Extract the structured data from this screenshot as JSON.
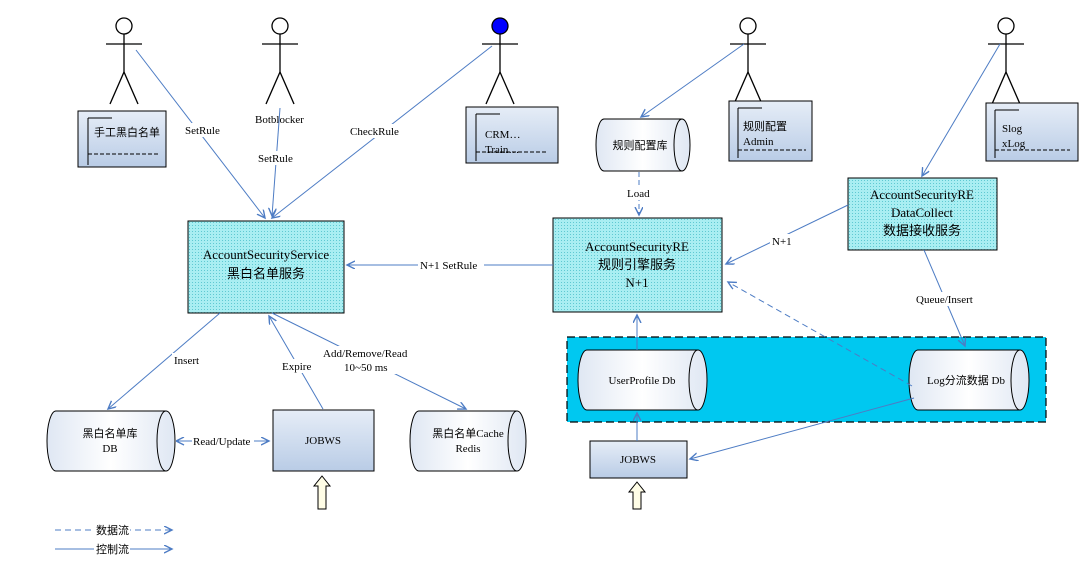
{
  "actors": {
    "manual": {
      "label": "手工黑白名单"
    },
    "botblocker": {
      "label": "Botblocker"
    },
    "crm": {
      "label_line1": "CRM…",
      "label_line2": "Train…"
    },
    "admin": {
      "label_line1": "规则配置",
      "label_line2": "Admin"
    },
    "slog": {
      "label_line1": "Slog",
      "label_line2": "xLog"
    }
  },
  "services": {
    "account_security": {
      "line1": "AccountSecurityService",
      "line2": "黑白名单服务"
    },
    "rule_engine": {
      "line1": "AccountSecurityRE",
      "line2": "规则引擎服务",
      "line3": "N+1"
    },
    "data_collect": {
      "line1": "AccountSecurityRE",
      "line2": "DataCollect",
      "line3": "数据接收服务"
    }
  },
  "stores": {
    "rule_config_db": {
      "label": "规则配置库"
    },
    "blacklist_db": {
      "line1": "黑白名单库",
      "line2": "DB"
    },
    "cache_redis": {
      "line1": "黑白名单Cache",
      "line2": "Redis"
    },
    "userprofile_db": {
      "label": "UserProfile Db"
    },
    "log_db": {
      "label": "Log分流数据 Db"
    }
  },
  "jobs": {
    "jobws_left": {
      "label": "JOBWS"
    },
    "jobws_right": {
      "label": "JOBWS"
    }
  },
  "edges": {
    "setrule_manual": "SetRule",
    "setrule_bot": "SetRule",
    "checkrule": "CheckRule",
    "load": "Load",
    "n1_setrule": "N+1 SetRule",
    "n1": "N+1",
    "queue_insert": "Queue/Insert",
    "insert": "Insert",
    "expire": "Expire",
    "add_remove_read": "Add/Remove/Read",
    "latency": "10~50 ms",
    "read_update": "Read/Update"
  },
  "legend": {
    "data_flow": "数据流",
    "control_flow": "控制流"
  },
  "colors": {
    "service_fill": "#a9eef2",
    "highlight_fill": "#00c8f0",
    "card_fill": "#cbd9ec",
    "arrow": "#4d7cc4",
    "actor_head_blue": "#0000ff"
  }
}
